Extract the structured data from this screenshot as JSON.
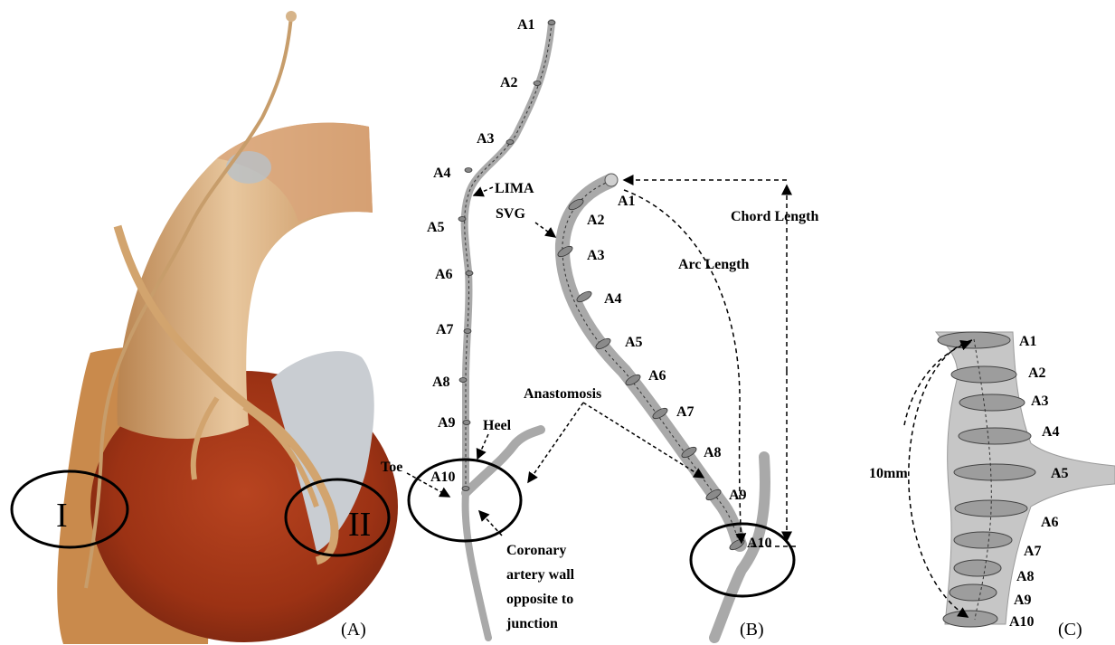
{
  "panelA": {
    "caption": "(A)",
    "regions": [
      "I",
      "II"
    ]
  },
  "panelB": {
    "caption": "(B)",
    "lima_points": [
      "A1",
      "A2",
      "A3",
      "A4",
      "A5",
      "A6",
      "A7",
      "A8",
      "A9",
      "A10"
    ],
    "svg_points": [
      "A1",
      "A2",
      "A3",
      "A4",
      "A5",
      "A6",
      "A7",
      "A8",
      "A9",
      "A10"
    ],
    "labels": {
      "lima": "LIMA",
      "svg": "SVG",
      "heel": "Heel",
      "toe": "Toe",
      "anastomosis": "Anastomosis",
      "arc_length": "Arc Length",
      "chord_length": "Chord Length",
      "coronary_line1": "Coronary",
      "coronary_line2": "artery wall",
      "coronary_line3": "opposite to",
      "coronary_line4": "junction"
    }
  },
  "panelC": {
    "caption": "(C)",
    "points": [
      "A1",
      "A2",
      "A3",
      "A4",
      "A5",
      "A6",
      "A7",
      "A8",
      "A9",
      "A10"
    ],
    "scale_label": "10mm"
  },
  "colors": {
    "aorta": "#d8ab7c",
    "heart": "#a8381a",
    "vessel": "#c9a16f",
    "graft_gray": "#a8a8a8",
    "grid_gray": "#c8c8c8"
  }
}
